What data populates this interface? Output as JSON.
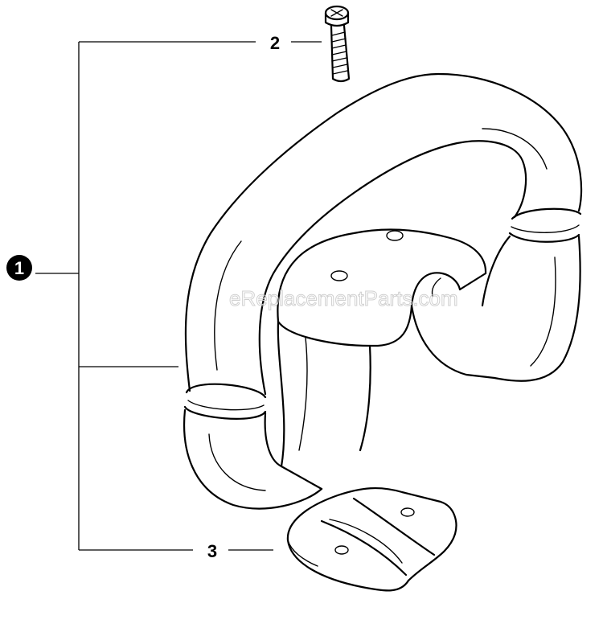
{
  "diagram": {
    "callouts": {
      "assembly": "1",
      "screw": "2",
      "clamp": "3"
    },
    "watermark": "eReplacementParts.com"
  }
}
